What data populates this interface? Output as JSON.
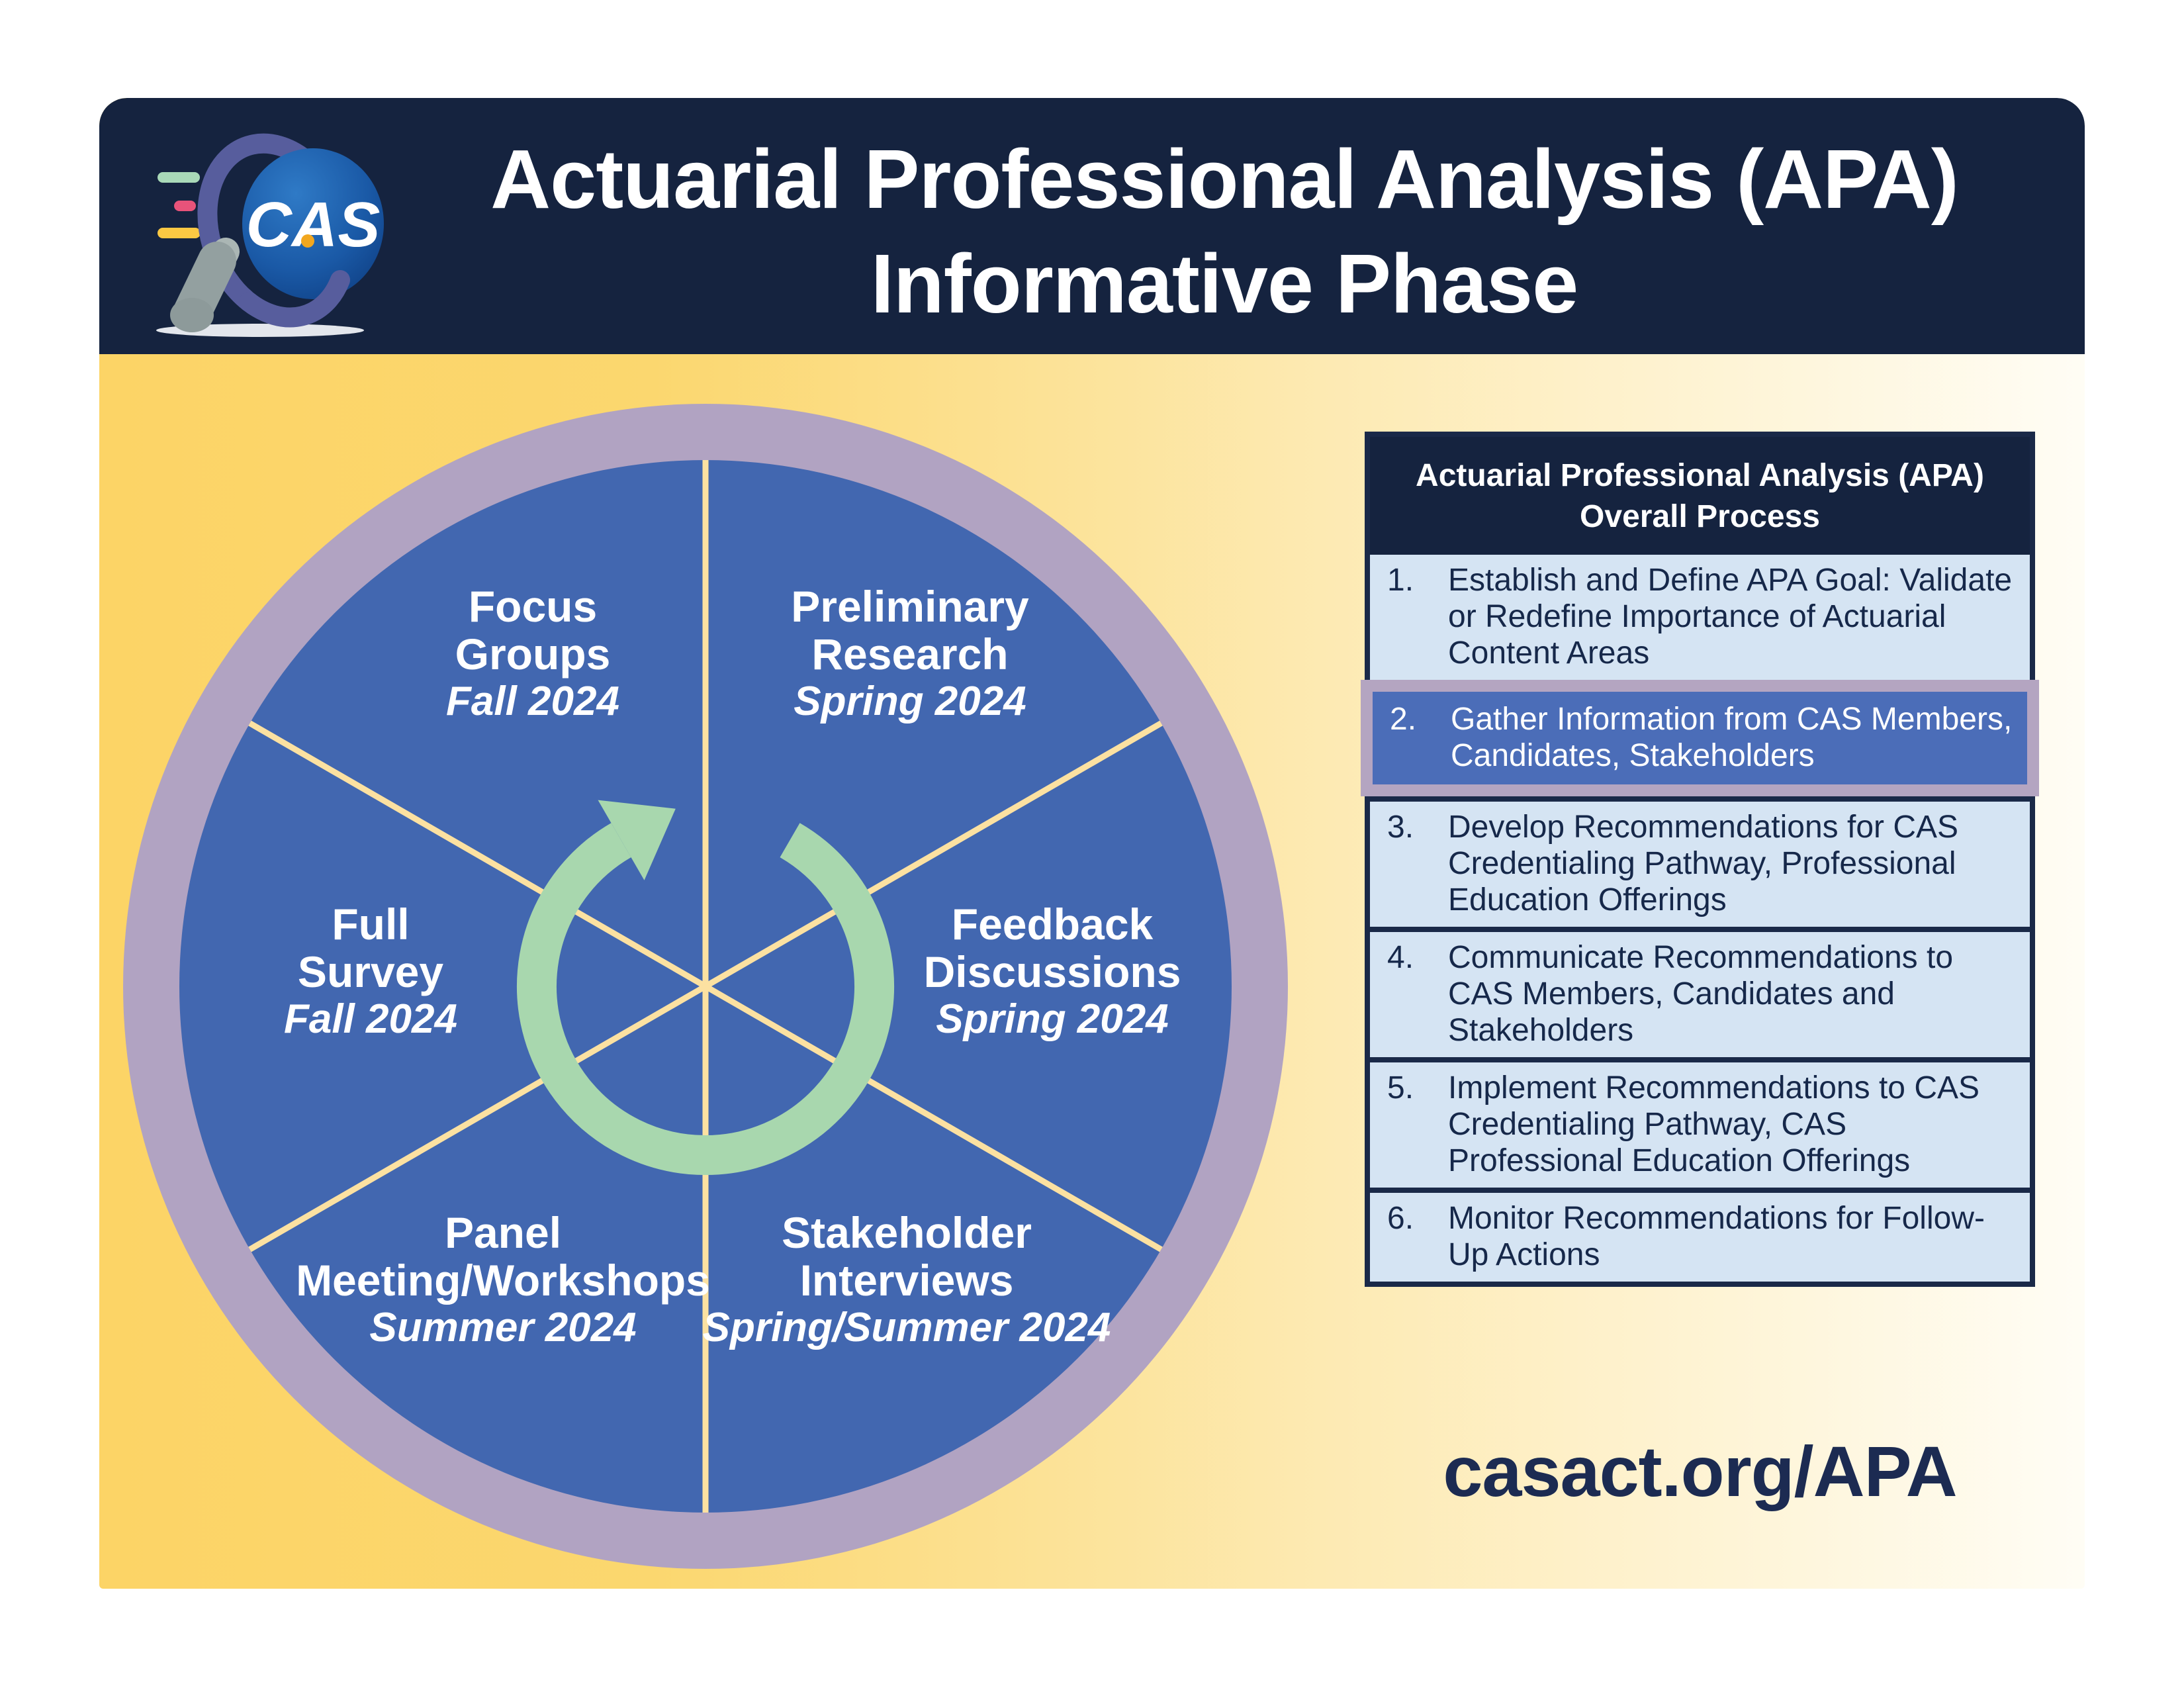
{
  "header": {
    "title_line1": "Actuarial Professional Analysis (APA)",
    "title_line2": "Informative Phase",
    "logo_text": "CAS"
  },
  "cycle": {
    "segments": [
      {
        "line1": "Focus",
        "line2": "Groups",
        "date": "Fall 2024"
      },
      {
        "line1": "Preliminary",
        "line2": "Research",
        "date": "Spring 2024"
      },
      {
        "line1": "Full",
        "line2": "Survey",
        "date": "Fall 2024"
      },
      {
        "line1": "Feedback",
        "line2": "Discussions",
        "date": "Spring 2024"
      },
      {
        "line1": "Panel",
        "line2": "Meeting/Workshops",
        "date": "Summer 2024"
      },
      {
        "line1": "Stakeholder",
        "line2": "Interviews",
        "date": "Spring/Summer 2024"
      }
    ]
  },
  "process": {
    "title_line1": "Actuarial Professional Analysis (APA)",
    "title_line2": "Overall Process",
    "items": [
      {
        "num": "1.",
        "text": "Establish and Define APA Goal: Validate or Redefine Importance of Actuarial Content Areas",
        "highlighted": false
      },
      {
        "num": "2.",
        "text": "Gather Information from CAS Members, Candidates, Stakeholders",
        "highlighted": true
      },
      {
        "num": "3.",
        "text": "Develop Recommendations for CAS Credentialing Pathway, Professional Education Offerings",
        "highlighted": false
      },
      {
        "num": "4.",
        "text": "Communicate Recommendations to CAS Members, Candidates and Stakeholders",
        "highlighted": false
      },
      {
        "num": "5.",
        "text": "Implement Recommendations to CAS Credentialing Pathway, CAS Professional Education Offerings",
        "highlighted": false
      },
      {
        "num": "6.",
        "text": "Monitor Recommendations for Follow-Up Actions",
        "highlighted": false
      }
    ]
  },
  "footer": {
    "url": "casact.org/APA"
  },
  "colors": {
    "header_navy": "#15233f",
    "panel_border_navy": "#1a2948",
    "card_yellow": "#fbd76f",
    "circle_blue": "#4267b0",
    "ring_mauve": "#b1a3c2",
    "divider_yellow": "#fce1a1",
    "arrow_green": "#a8d7ae",
    "item_bg_blue": "#d5e4f3",
    "highlight_blue": "#4b6db8",
    "highlight_frame_mauve": "#b4a5c1",
    "text_navy": "#16284a"
  }
}
